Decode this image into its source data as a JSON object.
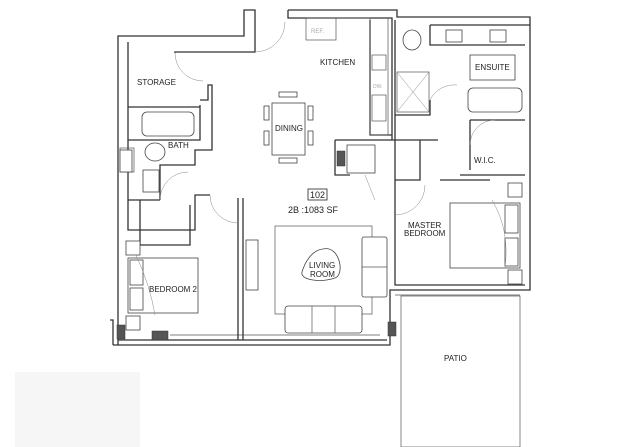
{
  "plan": {
    "unit_number": "102",
    "unit_summary": "2B :1083 SF",
    "rooms": {
      "kitchen": "KITCHEN",
      "storage": "STORAGE",
      "dining": "DINING",
      "bath": "BATH",
      "ensuite": "ENSUITE",
      "wic": "W.I.C.",
      "master_bedroom_1": "MASTER",
      "master_bedroom_2": "BEDROOM",
      "living_room_1": "LIVING",
      "living_room_2": "ROOM",
      "bedroom2": "BEDROOM 2",
      "patio": "PATIO"
    },
    "fixtures": {
      "ref": "REF.",
      "dw": "DW."
    }
  }
}
